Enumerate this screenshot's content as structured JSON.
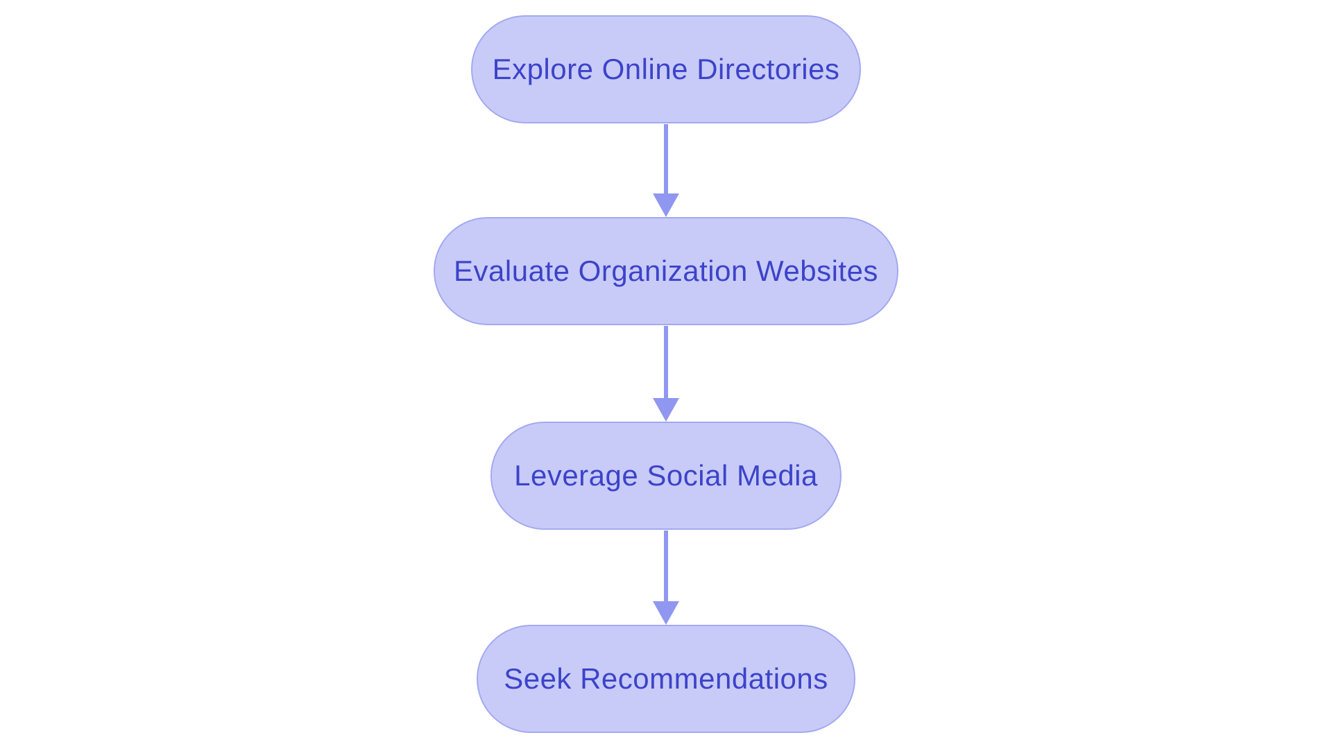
{
  "flowchart": {
    "type": "flowchart",
    "direction": "top-down",
    "nodes": [
      {
        "id": "explore-online-directories",
        "label": "Explore Online Directories"
      },
      {
        "id": "evaluate-organization-websites",
        "label": "Evaluate Organization Websites"
      },
      {
        "id": "leverage-social-media",
        "label": "Leverage Social Media"
      },
      {
        "id": "seek-recommendations",
        "label": "Seek Recommendations"
      }
    ],
    "edges": [
      {
        "from": "explore-online-directories",
        "to": "evaluate-organization-websites"
      },
      {
        "from": "evaluate-organization-websites",
        "to": "leverage-social-media"
      },
      {
        "from": "leverage-social-media",
        "to": "seek-recommendations"
      }
    ]
  },
  "colors": {
    "background": "#ffffff",
    "node_fill": "#c8cbf8",
    "node_border": "#a3a9f1",
    "node_text": "#3c43c9",
    "arrow": "#9097f0"
  }
}
